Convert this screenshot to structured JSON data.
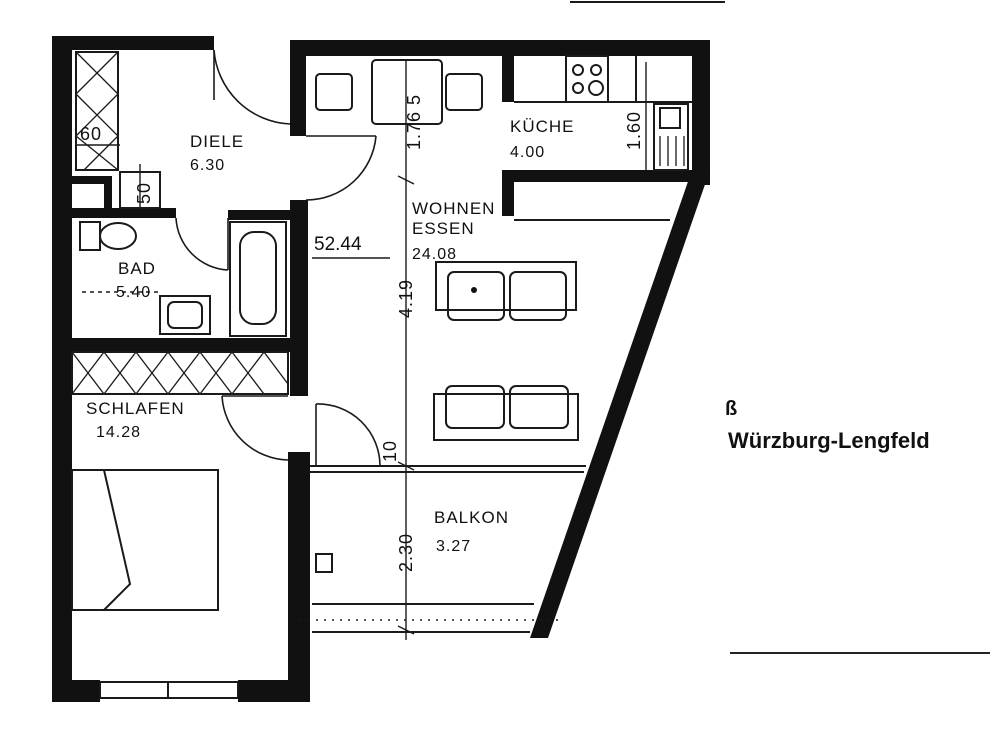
{
  "location": {
    "mark": "ß",
    "city": "Würzburg-Lengfeld"
  },
  "total_area": "52.44",
  "rooms": {
    "diele": {
      "label": "DIELE",
      "area": "6.30"
    },
    "kueche": {
      "label": "KÜCHE",
      "area": "4.00"
    },
    "wohnen": {
      "label_1": "WOHNEN",
      "label_2": "ESSEN",
      "area": "24.08"
    },
    "bad": {
      "label": "BAD",
      "area": "5.40"
    },
    "schlafen": {
      "label": "SCHLAFEN",
      "area": "14.28"
    },
    "balkon": {
      "label": "BALKON",
      "area": "3.27"
    }
  },
  "dimensions": {
    "d_60": "60",
    "d_50": "50",
    "d_176": "1.76 5",
    "d_160": "1.60",
    "d_419": "4.19",
    "d_230": "2.30",
    "d_10": "10"
  }
}
